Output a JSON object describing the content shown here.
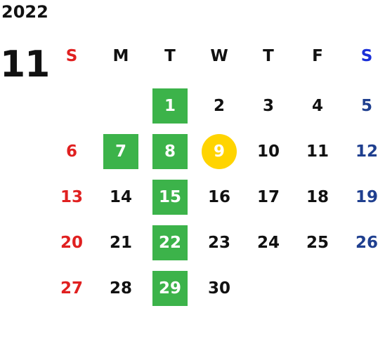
{
  "calendar": {
    "year": "2022",
    "month": "11",
    "weekdays": [
      {
        "label": "S",
        "color": "#e02020"
      },
      {
        "label": "M",
        "color": "#111111"
      },
      {
        "label": "T",
        "color": "#111111"
      },
      {
        "label": "W",
        "color": "#111111"
      },
      {
        "label": "T",
        "color": "#111111"
      },
      {
        "label": "F",
        "color": "#111111"
      },
      {
        "label": "S",
        "color": "#1a2fd8"
      }
    ],
    "highlight_colors": {
      "scheduled": "#3cb34a",
      "today": "#ffd400",
      "scheduled_text": "#ffffff"
    },
    "weeks": [
      [
        {
          "day": "",
          "color": "#e02020"
        },
        {
          "day": "",
          "color": "#111111"
        },
        {
          "day": "1",
          "color": "#111111",
          "highlight": "scheduled"
        },
        {
          "day": "2",
          "color": "#111111"
        },
        {
          "day": "3",
          "color": "#111111"
        },
        {
          "day": "4",
          "color": "#111111"
        },
        {
          "day": "5",
          "color": "#1f3f8f"
        }
      ],
      [
        {
          "day": "6",
          "color": "#e02020"
        },
        {
          "day": "7",
          "color": "#111111",
          "highlight": "scheduled"
        },
        {
          "day": "8",
          "color": "#111111",
          "highlight": "scheduled"
        },
        {
          "day": "9",
          "color": "#111111",
          "highlight": "today"
        },
        {
          "day": "10",
          "color": "#111111"
        },
        {
          "day": "11",
          "color": "#111111"
        },
        {
          "day": "12",
          "color": "#1f3f8f"
        }
      ],
      [
        {
          "day": "13",
          "color": "#e02020"
        },
        {
          "day": "14",
          "color": "#111111"
        },
        {
          "day": "15",
          "color": "#111111",
          "highlight": "scheduled"
        },
        {
          "day": "16",
          "color": "#111111"
        },
        {
          "day": "17",
          "color": "#111111"
        },
        {
          "day": "18",
          "color": "#111111"
        },
        {
          "day": "19",
          "color": "#1f3f8f"
        }
      ],
      [
        {
          "day": "20",
          "color": "#e02020"
        },
        {
          "day": "21",
          "color": "#111111"
        },
        {
          "day": "22",
          "color": "#111111",
          "highlight": "scheduled"
        },
        {
          "day": "23",
          "color": "#111111"
        },
        {
          "day": "24",
          "color": "#111111"
        },
        {
          "day": "25",
          "color": "#111111"
        },
        {
          "day": "26",
          "color": "#1f3f8f"
        }
      ],
      [
        {
          "day": "27",
          "color": "#e02020"
        },
        {
          "day": "28",
          "color": "#111111"
        },
        {
          "day": "29",
          "color": "#111111",
          "highlight": "scheduled"
        },
        {
          "day": "30",
          "color": "#111111"
        },
        {
          "day": "",
          "color": "#111111"
        },
        {
          "day": "",
          "color": "#111111"
        },
        {
          "day": "",
          "color": "#1f3f8f"
        }
      ]
    ]
  }
}
